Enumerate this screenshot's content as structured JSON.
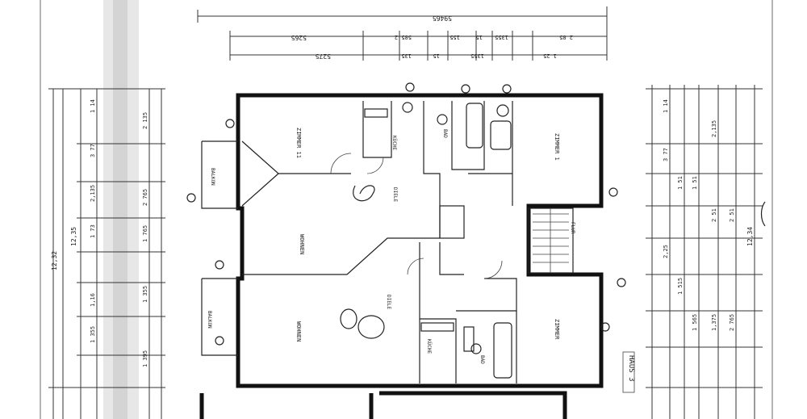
{
  "top_dimensions": {
    "overall": "59465",
    "row2": [
      "5265",
      "585 2",
      "155",
      "15",
      "1355",
      "2 85"
    ],
    "row3": [
      "5275",
      "135",
      "15",
      "1355",
      "1 25"
    ]
  },
  "left_dimensions": {
    "overall_outer": "12,32",
    "overall_inner": "12,35",
    "segments": [
      "1 14",
      "3 77",
      "2,135",
      "2 135",
      "1 73",
      "1 765",
      "2 765",
      "1,16",
      "1 355",
      "1 355",
      "1 395"
    ]
  },
  "right_dimensions": {
    "overall": "12,34",
    "segments": [
      "1 14",
      "3 77",
      "2,135",
      "1 51",
      "1 51",
      "2 51",
      "2 51",
      "2,25",
      "1 515",
      "1 565",
      "1,375",
      "2 765"
    ]
  },
  "rooms": {
    "zimmer_upper_left": "ZIMMER 11",
    "wohnen_upper": "WOHNEN",
    "balkon_upper": "BALKON",
    "kueche_upper": "KÜCHE",
    "diele_upper": "DIELE",
    "bad_upper": "BAD",
    "zimmer_upper_right": "ZIMMER 1",
    "wohnen_lower": "WOHNEN",
    "balkon_lower": "BALKON",
    "diele_lower": "DIELE",
    "kueche_lower": "KÜCHE",
    "bad_lower": "BAD",
    "zimmer_lower_right": "ZIMMER",
    "treppe": "FLUR"
  },
  "house_label": "HAUS 3"
}
